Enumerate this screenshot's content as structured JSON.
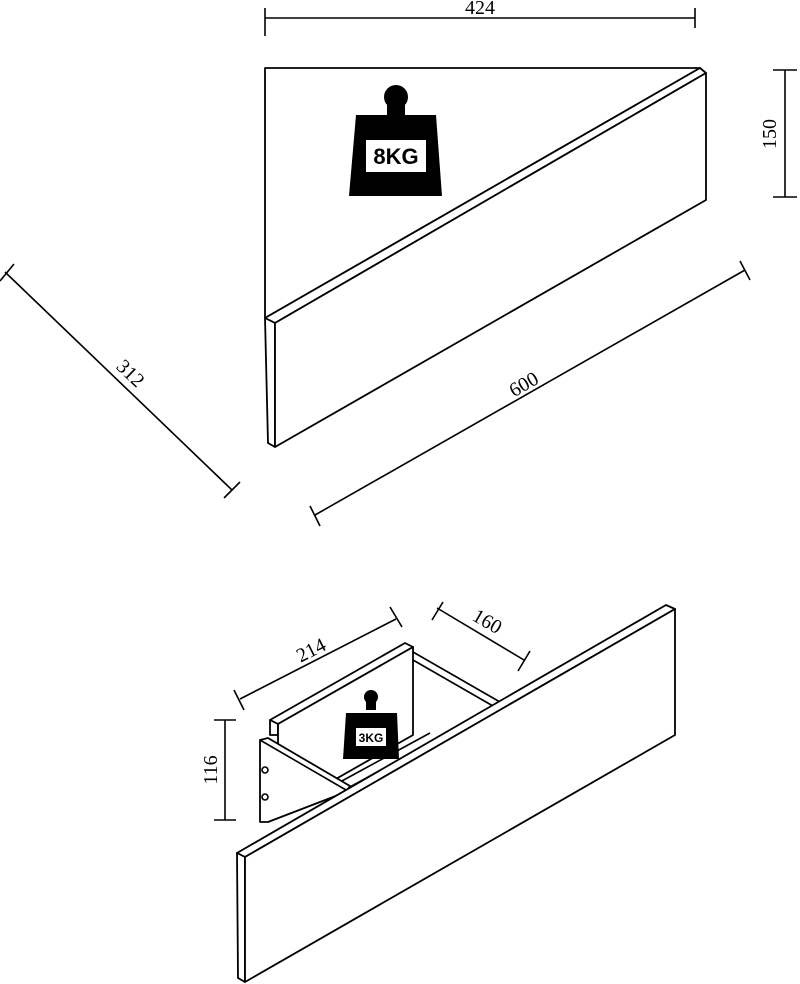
{
  "corner_shelf": {
    "dim_width": "424",
    "dim_height": "150",
    "dim_side": "312",
    "dim_front": "600",
    "load_label": "8KG"
  },
  "box_shelf": {
    "dim_length": "214",
    "dim_depth": "160",
    "dim_height": "116",
    "load_label": "3KG"
  }
}
